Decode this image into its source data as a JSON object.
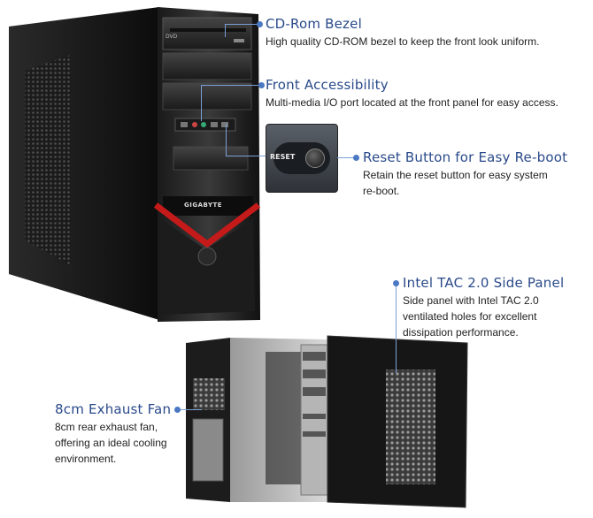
{
  "features": {
    "cdrom": {
      "title": "CD-Rom Bezel",
      "desc": "High quality CD-ROM bezel to keep the front look uniform."
    },
    "front": {
      "title": "Front Accessibility",
      "desc": "Multi-media I/O port located at the front panel for easy access."
    },
    "reset": {
      "title": "Reset Button for Easy Re-boot",
      "desc_line1": "Retain the reset button for easy system",
      "desc_line2": "re-boot."
    },
    "side": {
      "title": "Intel TAC 2.0 Side Panel",
      "desc_line1": "Side panel with Intel TAC 2.0",
      "desc_line2": "ventilated holes for excellent",
      "desc_line3": "dissipation performance."
    },
    "fan": {
      "title": "8cm Exhaust Fan",
      "desc_line1": "8cm rear exhaust fan,",
      "desc_line2": "offering an ideal cooling",
      "desc_line3": "environment."
    }
  },
  "case_labels": {
    "brand": "GIGABYTE",
    "reset_label": "RESET",
    "dvd": "DVD"
  },
  "colors": {
    "accent_title": "#2a4a8a",
    "leader": "#7aa0d6",
    "case_red": "#c41a1a"
  }
}
